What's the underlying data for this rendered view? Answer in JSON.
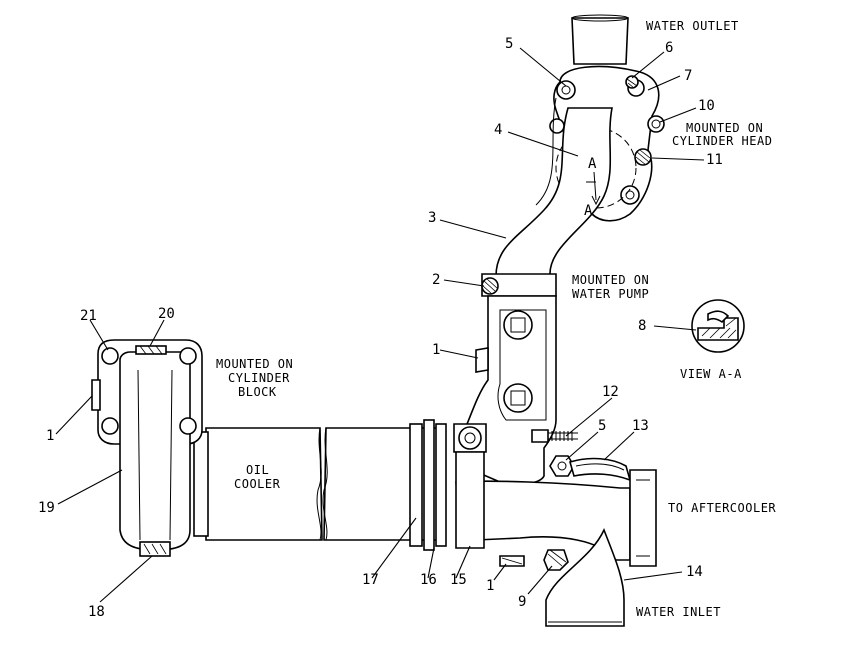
{
  "labels": {
    "water_outlet": "WATER OUTLET",
    "mounted_cylinder_head_1": "MOUNTED ON",
    "mounted_cylinder_head_2": "CYLINDER HEAD",
    "mounted_water_pump_1": "MOUNTED ON",
    "mounted_water_pump_2": "WATER PUMP",
    "mounted_cylinder_block_1": "MOUNTED ON",
    "mounted_cylinder_block_2": "CYLINDER",
    "mounted_cylinder_block_3": "BLOCK",
    "oil_cooler_1": "OIL",
    "oil_cooler_2": "COOLER",
    "view_a_a": "VIEW A-A",
    "to_aftercooler": "TO AFTERCOOLER",
    "water_inlet": "WATER INLET",
    "section_a_top": "A",
    "section_a_bottom": "A"
  },
  "callouts": {
    "c1_block": "1",
    "c1_pump": "1",
    "c1_bottom": "1",
    "c2": "2",
    "c3": "3",
    "c4": "4",
    "c5_top": "5",
    "c5_bottom": "5",
    "c6": "6",
    "c7": "7",
    "c8": "8",
    "c9": "9",
    "c10": "10",
    "c11": "11",
    "c12": "12",
    "c13": "13",
    "c14": "14",
    "c15": "15",
    "c16": "16",
    "c17": "17",
    "c18": "18",
    "c19": "19",
    "c20": "20",
    "c21": "21"
  }
}
